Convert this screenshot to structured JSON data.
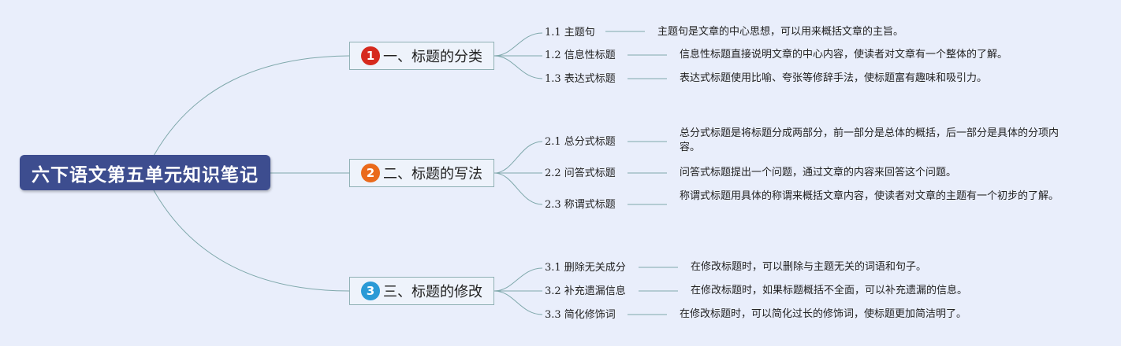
{
  "colors": {
    "root_bg": "#3d4d8f",
    "badge_1": "#d62a1e",
    "badge_2": "#ea6a1c",
    "badge_3": "#2a9ad6",
    "line": "#7fa8ab"
  },
  "root": {
    "title": "六下语文第五单元知识笔记"
  },
  "branches": [
    {
      "badge": "1",
      "title": "一、标题的分类",
      "children": [
        {
          "label": "1.1 主题句",
          "note": "主题句是文章的中心思想，可以用来概括文章的主旨。"
        },
        {
          "label": "1.2 信息性标题",
          "note": "信息性标题直接说明文章的中心内容，使读者对文章有一个整体的了解。"
        },
        {
          "label": "1.3 表达式标题",
          "note": "表达式标题使用比喻、夸张等修辞手法，使标题富有趣味和吸引力。"
        }
      ]
    },
    {
      "badge": "2",
      "title": "二、标题的写法",
      "children": [
        {
          "label": "2.1 总分式标题",
          "note": "总分式标题是将标题分成两部分，前一部分是总体的概括，后一部分是具体的分项内容。"
        },
        {
          "label": "2.2 问答式标题",
          "note": "问答式标题提出一个问题，通过文章的内容来回答这个问题。"
        },
        {
          "label": "2.3 称谓式标题",
          "note": "称谓式标题用具体的称谓来概括文章内容，使读者对文章的主题有一个初步的了解。"
        }
      ]
    },
    {
      "badge": "3",
      "title": "三、标题的修改",
      "children": [
        {
          "label": "3.1 删除无关成分",
          "note": "在修改标题时，可以删除与主题无关的词语和句子。"
        },
        {
          "label": "3.2 补充遗漏信息",
          "note": "在修改标题时，如果标题概括不全面，可以补充遗漏的信息。"
        },
        {
          "label": "3.3 简化修饰词",
          "note": "在修改标题时，可以简化过长的修饰词，使标题更加简洁明了。"
        }
      ]
    }
  ]
}
